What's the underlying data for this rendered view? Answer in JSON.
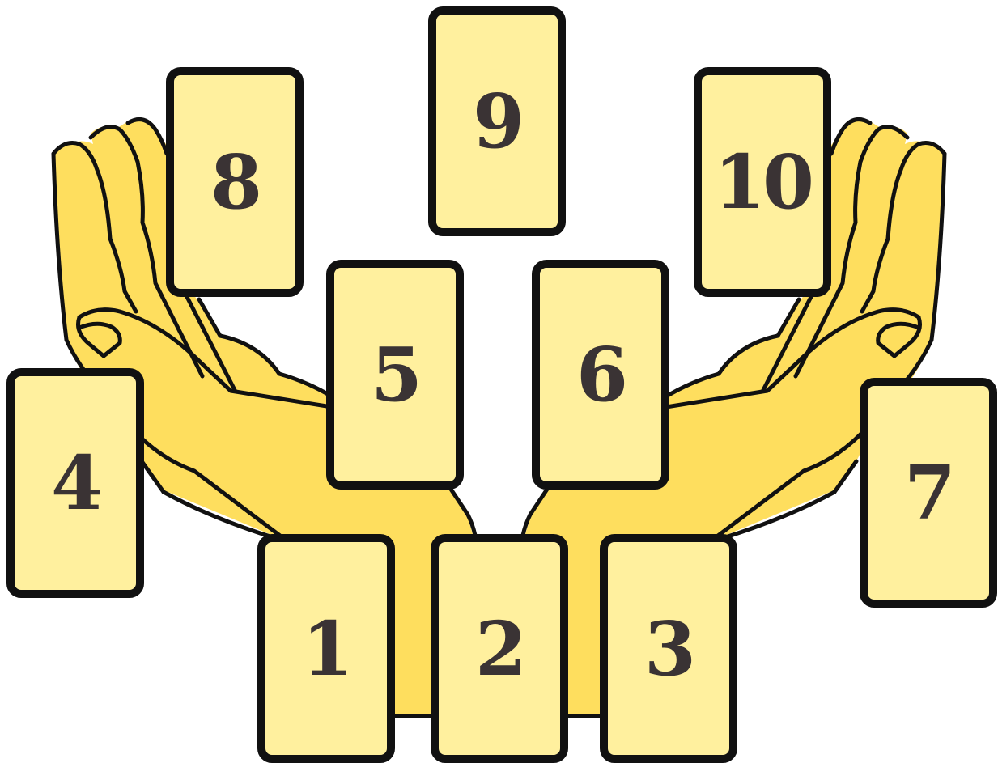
{
  "spread": {
    "cards": [
      {
        "id": "c1",
        "label": "1"
      },
      {
        "id": "c2",
        "label": "2"
      },
      {
        "id": "c3",
        "label": "3"
      },
      {
        "id": "c4",
        "label": "4"
      },
      {
        "id": "c5",
        "label": "5"
      },
      {
        "id": "c6",
        "label": "6"
      },
      {
        "id": "c7",
        "label": "7"
      },
      {
        "id": "c8",
        "label": "8"
      },
      {
        "id": "c9",
        "label": "9"
      },
      {
        "id": "c10",
        "label": "10"
      }
    ]
  },
  "colors": {
    "background": "#FFFFFF",
    "hands": "#FEDE5E",
    "card_face": "#FFF09E",
    "card_border": "#111111",
    "number_ink": "#3A3334"
  },
  "icons": [
    "open-hands-illustration"
  ]
}
